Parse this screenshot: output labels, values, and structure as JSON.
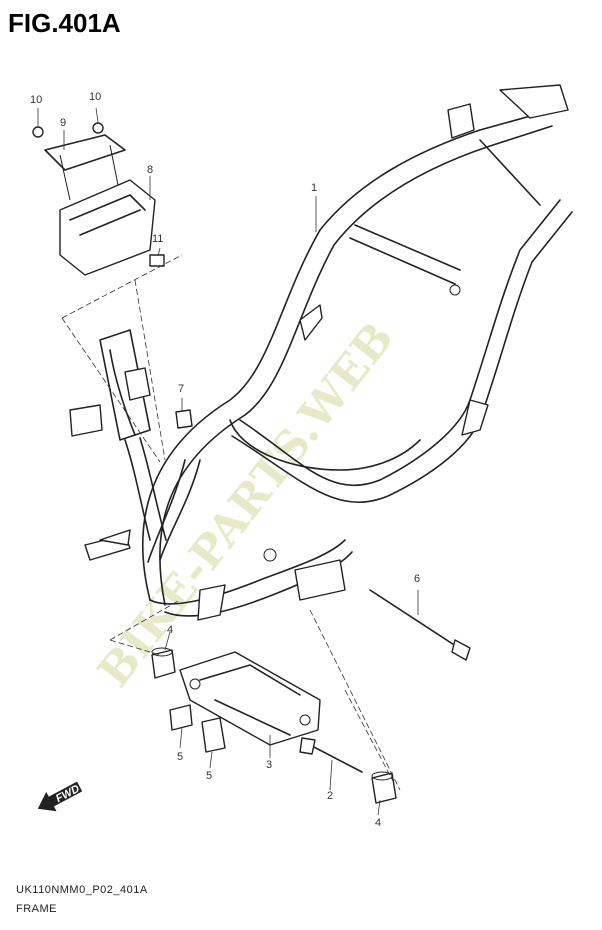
{
  "figure": {
    "title": "FIG.401A",
    "code": "UK110NMM0_P02_401A",
    "name": "FRAME"
  },
  "callouts": [
    {
      "id": "c1",
      "label": "1"
    },
    {
      "id": "c2",
      "label": "2"
    },
    {
      "id": "c3",
      "label": "3"
    },
    {
      "id": "c4a",
      "label": "4"
    },
    {
      "id": "c4b",
      "label": "4"
    },
    {
      "id": "c5a",
      "label": "5"
    },
    {
      "id": "c5b",
      "label": "5"
    },
    {
      "id": "c6",
      "label": "6"
    },
    {
      "id": "c7",
      "label": "7"
    },
    {
      "id": "c8",
      "label": "8"
    },
    {
      "id": "c9",
      "label": "9"
    },
    {
      "id": "c10a",
      "label": "10"
    },
    {
      "id": "c10b",
      "label": "10"
    },
    {
      "id": "c11",
      "label": "11"
    }
  ],
  "direction_badge": {
    "label": "FWD"
  },
  "watermark": {
    "text": "BIKE-PARTS.WEB"
  },
  "colors": {
    "line": "#222222",
    "watermark": "#e7eac8"
  }
}
